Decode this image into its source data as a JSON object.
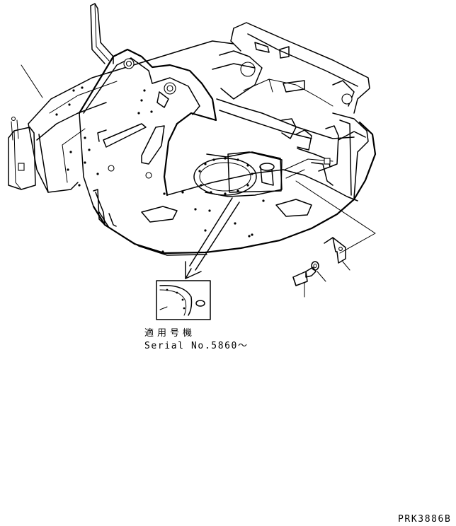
{
  "caption": {
    "applicable_serial_jp": "適用号機",
    "serial_number": "Serial No.5860～"
  },
  "drawing_code": "PRK3886B"
}
